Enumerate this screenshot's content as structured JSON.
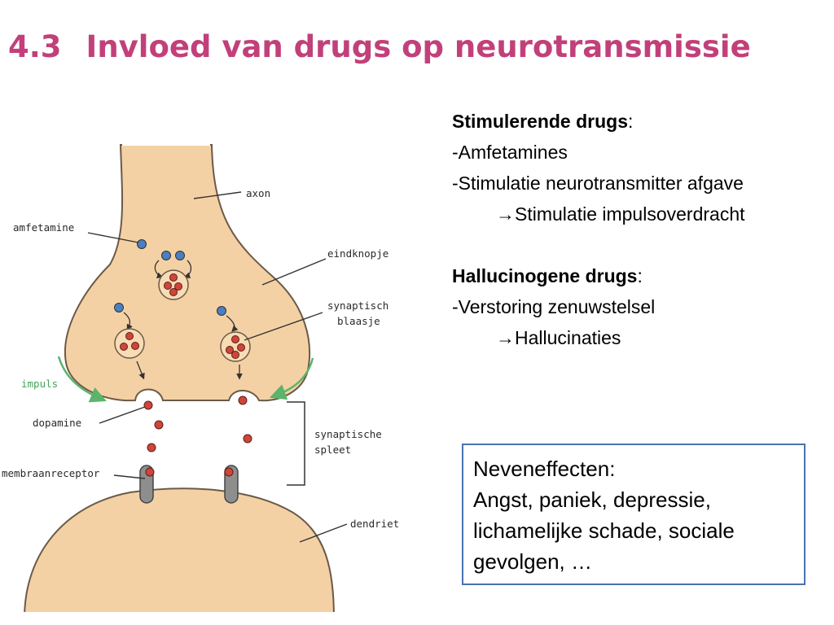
{
  "slide": {
    "section_number": "4.3",
    "title": "Invloed van drugs op neurotransmissie"
  },
  "diagram": {
    "labels": {
      "axon": "axon",
      "amfetamine": "amfetamine",
      "eindknopje": "eindknopje",
      "synaptisch_blaasje": [
        "synaptisch",
        "blaasje"
      ],
      "impuls": "impuls",
      "dopamine": "dopamine",
      "synaptische_spleet": [
        "synaptische",
        "spleet"
      ],
      "membraanreceptor": "membraanreceptor",
      "dendriet": "dendriet"
    },
    "colors": {
      "cell_fill": "#f4d1a4",
      "cell_stroke": "#6b5a48",
      "amfetamine_dot": "#4a7fc1",
      "dopamine_dot": "#d0453a",
      "receptor": "#8e8e8e",
      "impuls_arrow": "#5ab46a",
      "title": "#c2407a",
      "box_border": "#4a73b0"
    }
  },
  "content": {
    "stimulerend": {
      "heading": "Stimulerende drugs",
      "colon": ":",
      "items": [
        "-Amfetamines",
        "-Stimulatie neurotransmitter afgave"
      ],
      "arrow_glyph": "→",
      "result": "Stimulatie impulsoverdracht"
    },
    "hallucinogeen": {
      "heading": "Hallucinogene drugs",
      "colon": ":",
      "items": [
        "-Verstoring zenuwstelsel"
      ],
      "arrow_glyph": "→",
      "result": "Hallucinaties"
    }
  },
  "side_effects": {
    "heading": "Neveneffecten:",
    "text": "Angst, paniek, depressie, lichamelijke schade, sociale gevolgen, …"
  }
}
